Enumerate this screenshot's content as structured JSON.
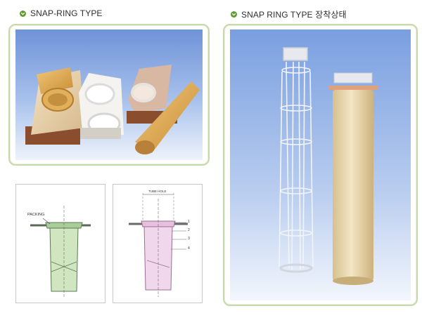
{
  "headings": {
    "left": "SNAP-RING TYPE",
    "right": "SNAP RING TYPE 장착상태"
  },
  "drawing1": {
    "label_packing": "PACKING"
  },
  "drawing2": {
    "label_tube_hole": "TUBE HOLE",
    "callouts": [
      "1",
      "2",
      "3",
      "4"
    ]
  },
  "colors": {
    "bullet": "#5f9c2e",
    "frame_border": "#c9d8a9",
    "photo_bg_top": "#7fa0dc",
    "photo_bg_bottom": "#eaf2fb",
    "felt_yellow": "#e3b15a",
    "felt_beige": "#ecd6ad",
    "drawing1_fill": "#cfe6c0",
    "drawing2_fill": "#f1d7ec"
  }
}
